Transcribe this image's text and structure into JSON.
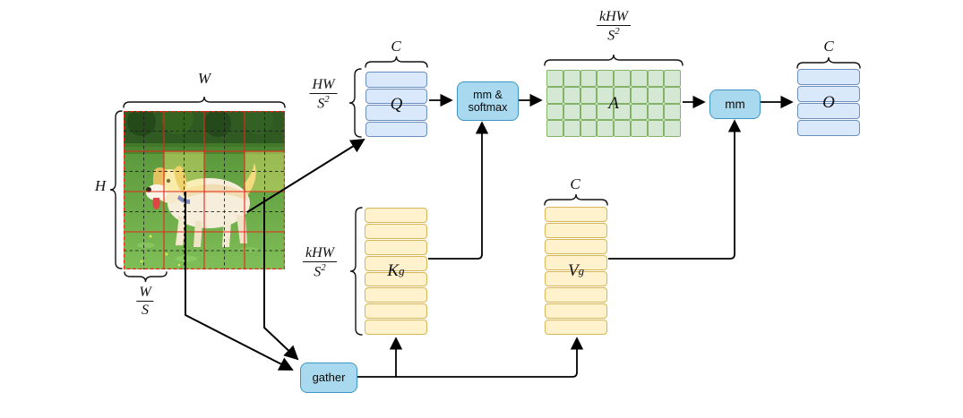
{
  "diagram": {
    "input_image": {
      "width_label": "W",
      "height_label": "H",
      "cell_frac": {
        "num": "W",
        "den": "S"
      }
    },
    "q_matrix": {
      "label": "Q",
      "cols_label": "C",
      "rows_frac": {
        "num": "HW",
        "den_base": "S",
        "den_sup": "2"
      },
      "rows": 4
    },
    "attn_matrix": {
      "label": "A",
      "cols_frac": {
        "num": "kHW",
        "den_base": "S",
        "den_sup": "2"
      },
      "rows": 4,
      "cols": 8,
      "cells": 32
    },
    "out_matrix": {
      "label": "O",
      "cols_label": "C",
      "rows": 4
    },
    "key_matrix": {
      "label_base": "K",
      "label_sup": "g",
      "rows_frac": {
        "num": "kHW",
        "den_base": "S",
        "den_sup": "2"
      },
      "rows": 8
    },
    "value_matrix": {
      "label_base": "V",
      "label_sup": "g",
      "cols_label": "C",
      "rows": 8
    },
    "ops": {
      "mm_softmax_line1": "mm &",
      "mm_softmax_line2": "softmax",
      "mm": "mm",
      "gather": "gather"
    },
    "colors": {
      "matrix_blue_fill": "#dae8fc",
      "matrix_blue_stroke": "#6c8ebf",
      "grid_green_fill": "#d5e8d4",
      "grid_green_stroke": "#82b366",
      "matrix_yellow_fill": "#fff2cc",
      "matrix_yellow_stroke": "#d6b656",
      "op_fill": "#a9d9ee",
      "op_stroke": "#3d96c2",
      "grid_red": "#e8251c",
      "arrow": "#000000"
    }
  }
}
